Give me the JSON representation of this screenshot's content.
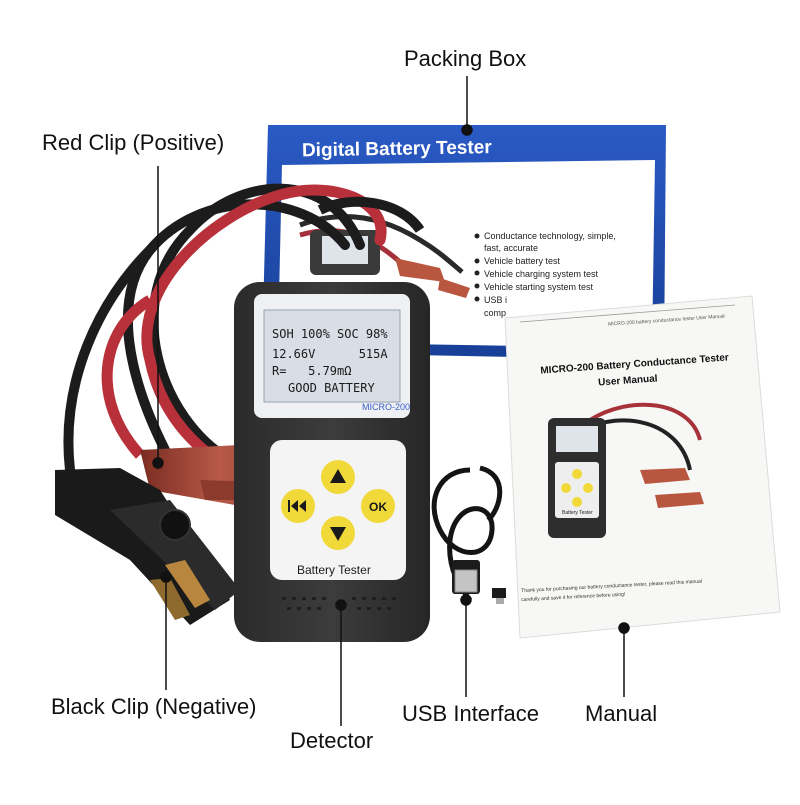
{
  "callouts": {
    "packing_box": "Packing Box",
    "red_clip": "Red Clip (Positive)",
    "black_clip": "Black Clip (Negative)",
    "usb_interface": "USB Interface",
    "detector": "Detector",
    "manual": "Manual"
  },
  "box": {
    "title": "Digital Battery Tester",
    "features": [
      "Conductance technology, simple,",
      "fast, accurate",
      "Vehicle battery test",
      "Vehicle charging system test",
      "Vehicle starting system test",
      "USB i",
      "comp"
    ]
  },
  "detector": {
    "lcd_lines": [
      "SOH 100% SOC 98%",
      "12.66V      515A",
      "R=   5.79mΩ",
      "GOOD BATTERY"
    ],
    "model": "MICRO-200",
    "ok_label": "OK",
    "name_label": "Battery Tester"
  },
  "manual": {
    "header": "MICRO-200 battery conductance tester User Manual",
    "title_line1": "MICRO-200 Battery Conductance Tester",
    "title_line2": "User Manual",
    "mini_label": "Battery Tester",
    "footer_line1": "Thank you for purchasing our battery conductance tester, please read this manual",
    "footer_line2": "carefully and save it for reference before using!"
  },
  "colors": {
    "box_blue": "#1f4fb3",
    "red_cable": "#b8303a",
    "black_cable": "#1c1c1c",
    "button_yellow": "#f2d93a",
    "lcd_bg": "#d8dde6"
  }
}
